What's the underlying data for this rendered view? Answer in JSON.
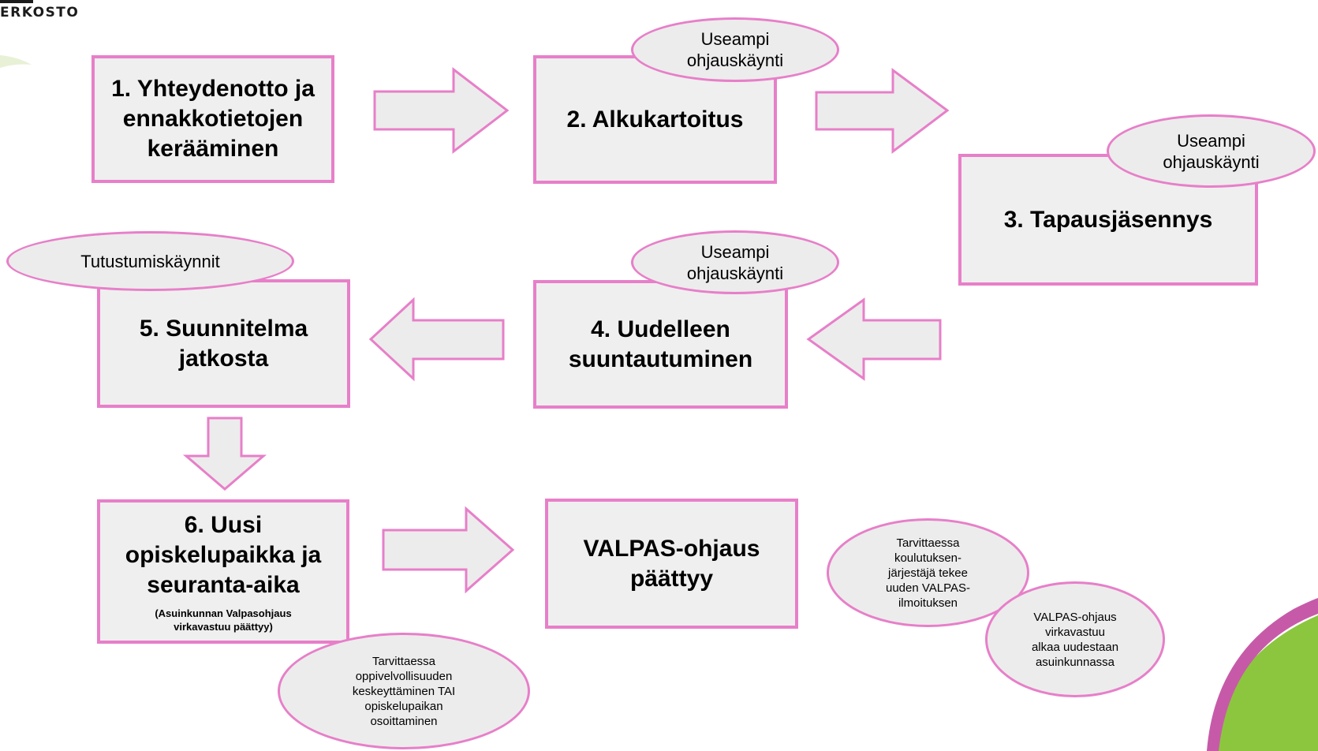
{
  "brand": {
    "logo_text": "ERKOSTO"
  },
  "colors": {
    "border": "#e77fc9",
    "fill": "#efefef",
    "arrow_fill": "#ececec",
    "accent_green": "#8cc63f",
    "accent_pink": "#c75aa8"
  },
  "steps": {
    "s1": {
      "title": "1. Yhteydenotto ja\nennakkotietojen\nkerääminen"
    },
    "s2": {
      "title": "2. Alkukartoitus"
    },
    "s3": {
      "title": "3. Tapausjäsennys"
    },
    "s4": {
      "title": "4. Uudelleen\nsuuntautuminen"
    },
    "s5": {
      "title": "5. Suunnitelma\njatkosta"
    },
    "s6": {
      "title": "6. Uusi\nopiskelupaikka ja\nseuranta-aika",
      "subtitle": "(Asuinkunnan Valpasohjaus\nvirkavastuu päättyy)"
    },
    "s7": {
      "title": "VALPAS-ohjaus\npäättyy"
    }
  },
  "notes": {
    "n_s2": "Useampi\nohjauskäynti",
    "n_s3": "Useampi\nohjauskäynti",
    "n_s4": "Useampi\nohjauskäynti",
    "n_s5": "Tutustumiskäynnit",
    "n_s6": "Tarvittaessa\noppivelvollisuuden\nkeskeyttäminen TAI\nopiskelupaikan\nosoittaminen",
    "n_end1": "Tarvittaessa\nkoulutuksen-\njärjestäjä tekee\nuuden VALPAS-\nilmoituksen",
    "n_end2": "VALPAS-ohjaus\nvirkavastuu\nalkaa uudestaan\nasuinkunnassa"
  }
}
